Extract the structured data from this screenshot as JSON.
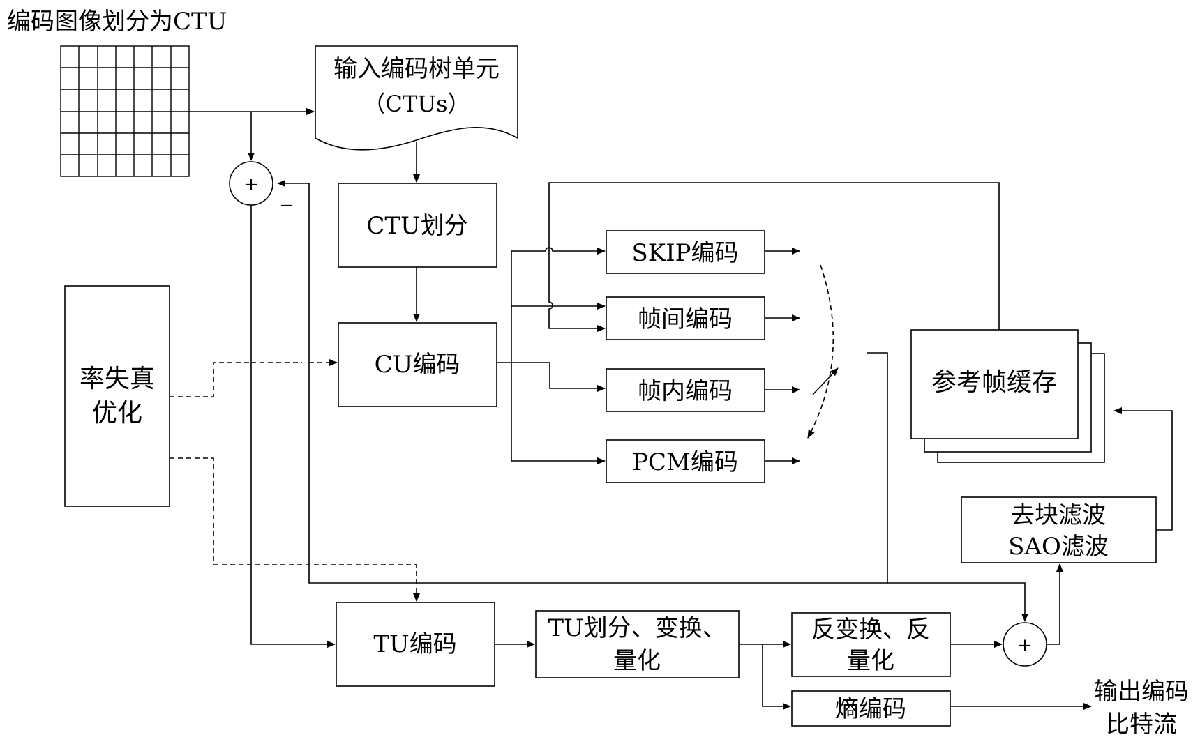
{
  "labels": {
    "ctu_partition_caption": "编码图像划分为CTU",
    "input_ctu_line1": "输入编码树单元",
    "input_ctu_line2": "（CTUs）",
    "ctu_split": "CTU划分",
    "cu_coding": "CU编码",
    "rdo_line1": "率失真",
    "rdo_line2": "优化",
    "skip_coding": "SKIP编码",
    "inter_coding": "帧间编码",
    "intra_coding": "帧内编码",
    "pcm_coding": "PCM编码",
    "ref_frame_buffer": "参考帧缓存",
    "deblock_line1": "去块滤波",
    "deblock_line2": "SAO滤波",
    "tu_coding": "TU编码",
    "tu_transform_line1": "TU划分、变换、",
    "tu_transform_line2": "量化",
    "inverse_line1": "反变换、反",
    "inverse_line2": "量化",
    "entropy_coding": "熵编码",
    "output_line1": "输出编码",
    "output_line2": "比特流",
    "minus_sign": "−",
    "plus_sign": "+"
  }
}
